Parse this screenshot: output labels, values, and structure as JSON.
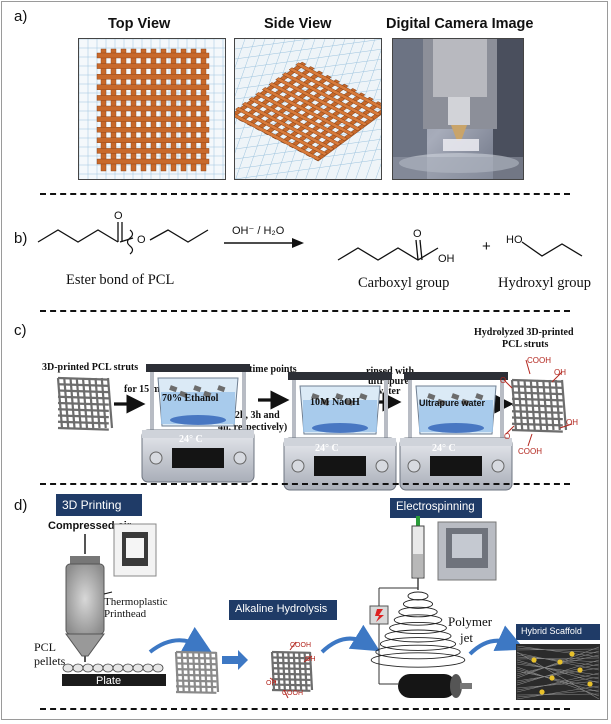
{
  "panel_a": {
    "label": "a)",
    "top_view": "Top View",
    "side_view": "Side View",
    "camera": "Digital Camera Image"
  },
  "panel_b": {
    "label": "b)",
    "reagent": "OH⁻ / H₂O",
    "ester_caption": "Ester bond of PCL",
    "carboxyl_caption": "Carboxyl group",
    "hydroxyl_caption": "Hydroxyl group",
    "plus": "+",
    "atom_o": "O",
    "atom_oh": "OH",
    "atom_ho": "HO"
  },
  "panel_c": {
    "label": "c)",
    "struts": "3D-printed PCL struts",
    "time1": "for 15 min",
    "ethanol": "70% Ethanol",
    "various": "various time points",
    "times": "(1h, 2h, 3h and",
    "times2": "4h, respectively)",
    "naoh": "10M NaOH",
    "rinsed1": "rinsed with",
    "rinsed2": "ultrapure",
    "rinsed3": "water",
    "water": "Ultrapure water",
    "temp": "24° C",
    "hydro1": "Hydrolyzed  3D-printed",
    "hydro2": "PCL struts",
    "cooh": "COOH",
    "oh": "OH",
    "o": "O"
  },
  "panel_d": {
    "label": "d)",
    "printing": "3D Printing",
    "air": "Compressed air",
    "thermo1": "Thermoplastic",
    "thermo2": "Printhead",
    "pcl": "PCL",
    "pellets": "pellets",
    "plate": "Plate",
    "hydrolysis": "Alkaline Hydrolysis",
    "electro": "Electrospinning",
    "polymer": "Polymer",
    "jet": "jet",
    "hybrid": "Hybrid Scaffold",
    "cooh": "COOH",
    "oh": "OH"
  },
  "colors": {
    "strut_orange": "#c8692b",
    "grid_blue": "#9cc3de",
    "box_navy": "#1f3b67",
    "arrow_blue": "#3d78c4",
    "cooh_red": "#b3261e"
  }
}
